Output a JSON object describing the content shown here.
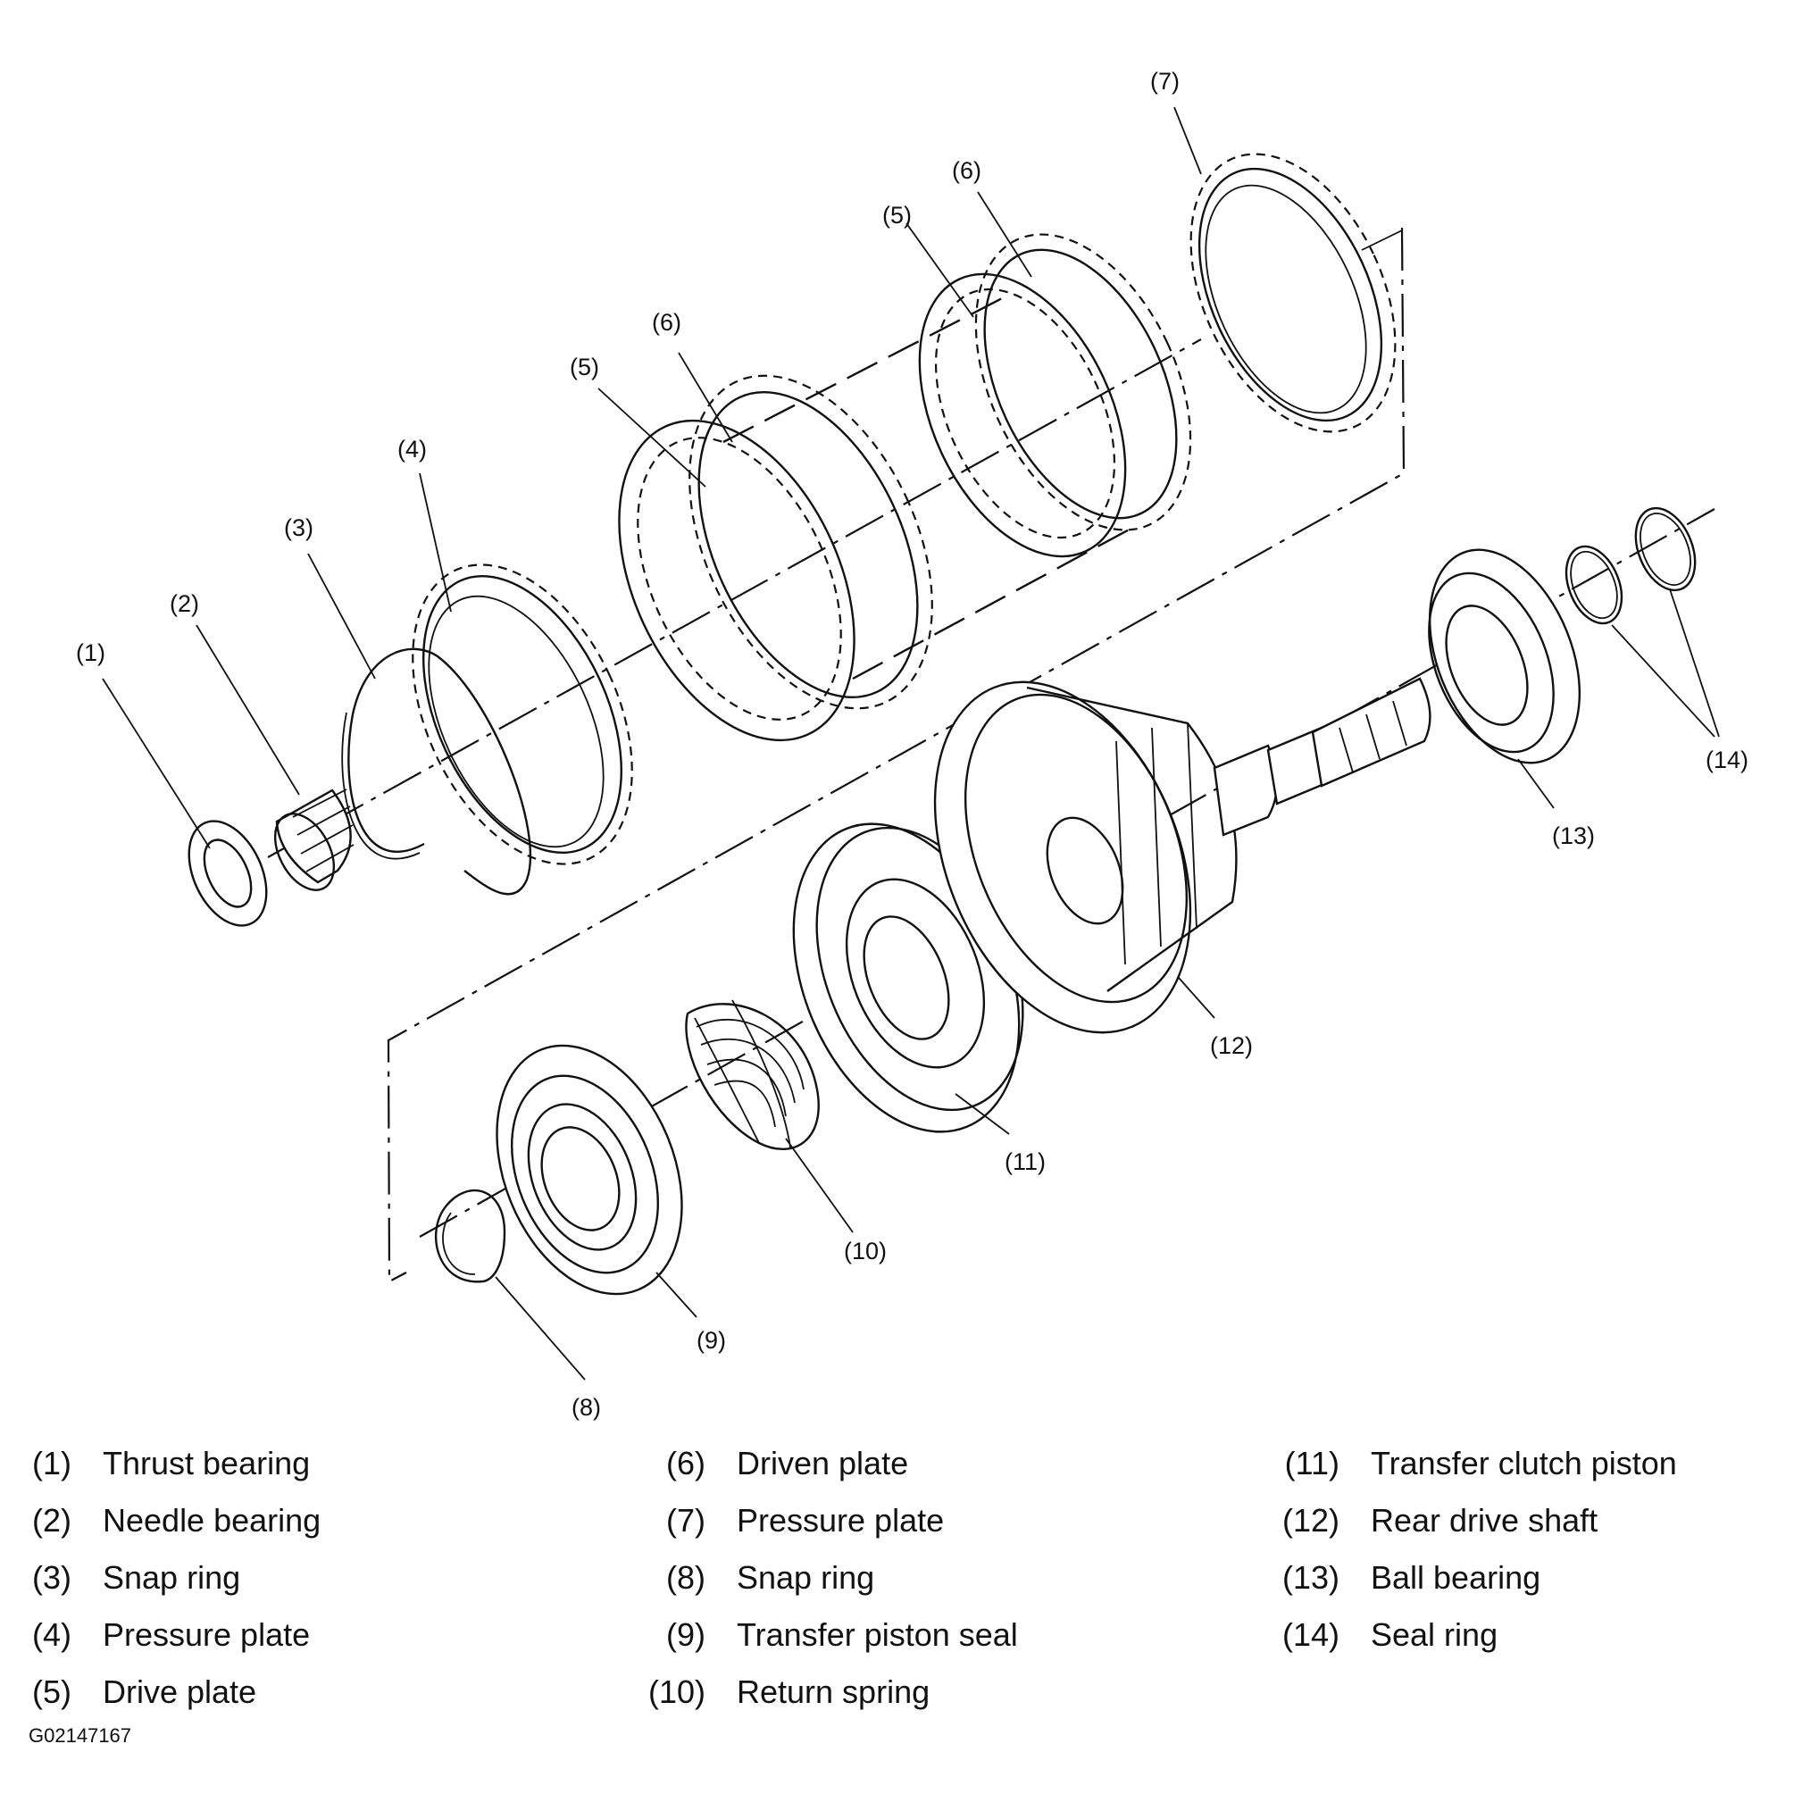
{
  "callouts": {
    "c1": "(1)",
    "c2": "(2)",
    "c3": "(3)",
    "c4": "(4)",
    "c5a": "(5)",
    "c5b": "(5)",
    "c6a": "(6)",
    "c6b": "(6)",
    "c7": "(7)",
    "c8": "(8)",
    "c9": "(9)",
    "c10": "(10)",
    "c11": "(11)",
    "c12": "(12)",
    "c13": "(13)",
    "c14": "(14)"
  },
  "legend": [
    {
      "num": "(1)",
      "name": "Thrust bearing"
    },
    {
      "num": "(2)",
      "name": "Needle bearing"
    },
    {
      "num": "(3)",
      "name": "Snap ring"
    },
    {
      "num": "(4)",
      "name": "Pressure plate"
    },
    {
      "num": "(5)",
      "name": "Drive plate"
    },
    {
      "num": "(6)",
      "name": "Driven plate"
    },
    {
      "num": "(7)",
      "name": "Pressure plate"
    },
    {
      "num": "(8)",
      "name": "Snap ring"
    },
    {
      "num": "(9)",
      "name": "Transfer piston seal"
    },
    {
      "num": "(10)",
      "name": "Return spring"
    },
    {
      "num": "(11)",
      "name": "Transfer clutch piston"
    },
    {
      "num": "(12)",
      "name": "Rear drive shaft"
    },
    {
      "num": "(13)",
      "name": "Ball bearing"
    },
    {
      "num": "(14)",
      "name": "Seal ring"
    }
  ],
  "figure_code": "G02147167",
  "colors": {
    "ink": "#111111",
    "background": "#ffffff"
  }
}
